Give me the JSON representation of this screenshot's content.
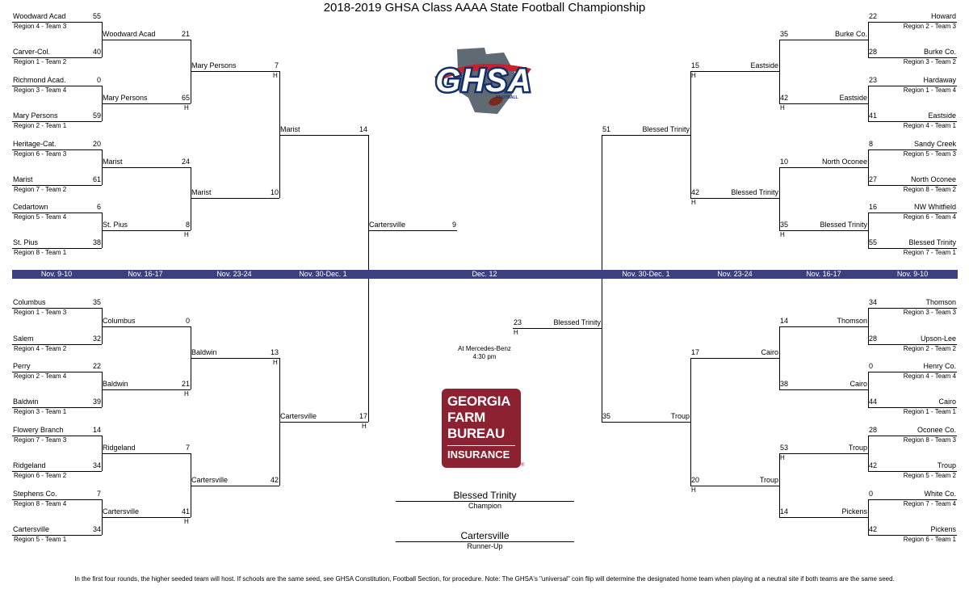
{
  "title": "2018-2019 GHSA Class AAAA State Football Championship",
  "dates": [
    "Nov. 9-10",
    "Nov. 16-17",
    "Nov. 23-24",
    "Nov. 30-Dec. 1",
    "Dec. 12",
    "Nov. 30-Dec. 1",
    "Nov. 23-24",
    "Nov. 16-17",
    "Nov. 9-10"
  ],
  "logo": {
    "main": "GHSA",
    "sub": "FOOTBALL"
  },
  "sponsor": {
    "lines": [
      "GEORGIA",
      "FARM",
      "BUREAU"
    ],
    "insurance": "INSURANCE",
    "mark": "®"
  },
  "site": {
    "line1": "At Mercedes-Benz",
    "line2": "4:30 pm"
  },
  "champion": {
    "name": "Blessed Trinity",
    "label": "Champion"
  },
  "runner_up": {
    "name": "Cartersville",
    "label": "Runner-Up"
  },
  "home_marker": "H",
  "footnote": "In the first four rounds, the higher seeded team will host.  If schools are the same seed, see GHSA Constitution, Football Section, for procedure.  Note: The GHSA's \"universal\" coin flip will determine the designated home team when playing at a neutral site if both teams are the same seed.",
  "slots": [
    {
      "name": "Woodward Acad",
      "score": "55",
      "seed": "Region 4 - Team 3"
    },
    {
      "name": "Carver-Col.",
      "score": "40",
      "seed": "Region 1 - Team 2"
    },
    {
      "name": "Richmond Acad.",
      "score": "0",
      "seed": "Region 3 - Team 4"
    },
    {
      "name": "Mary Persons",
      "score": "59",
      "seed": "Region 2 - Team 1"
    },
    {
      "name": "Heritage-Cat.",
      "score": "20",
      "seed": "Region 6 - Team 3"
    },
    {
      "name": "Marist",
      "score": "61",
      "seed": "Region 7 - Team 2"
    },
    {
      "name": "Cedartown",
      "score": "6",
      "seed": "Region 5 - Team 4"
    },
    {
      "name": "St. Pius",
      "score": "38",
      "seed": "Region 8 - Team 1"
    },
    {
      "name": "Columbus",
      "score": "35",
      "seed": "Region 1 - Team 3"
    },
    {
      "name": "Salem",
      "score": "32",
      "seed": "Region 4 - Team 2"
    },
    {
      "name": "Perry",
      "score": "22",
      "seed": "Region 2 - Team 4"
    },
    {
      "name": "Baldwin",
      "score": "39",
      "seed": "Region 3 - Team 1"
    },
    {
      "name": "Flowery Branch",
      "score": "14",
      "seed": "Region 7 - Team 3"
    },
    {
      "name": "Ridgeland",
      "score": "34",
      "seed": "Region 6 - Team 2"
    },
    {
      "name": "Stephens Co.",
      "score": "7",
      "seed": "Region 8 - Team 4"
    },
    {
      "name": "Cartersville",
      "score": "34",
      "seed": "Region 5 - Team 1"
    },
    {
      "name": "Woodward Acad",
      "score": "21"
    },
    {
      "name": "Mary Persons",
      "score": "65"
    },
    {
      "name": "Marist",
      "score": "24"
    },
    {
      "name": "St. Pius",
      "score": "8"
    },
    {
      "name": "Columbus",
      "score": "0"
    },
    {
      "name": "Baldwin",
      "score": "21"
    },
    {
      "name": "Ridgeland",
      "score": "7"
    },
    {
      "name": "Cartersville",
      "score": "41"
    },
    {
      "name": "Mary Persons",
      "score": "7"
    },
    {
      "name": "Marist",
      "score": "10"
    },
    {
      "name": "Baldwin",
      "score": "13"
    },
    {
      "name": "Cartersville",
      "score": "42"
    },
    {
      "name": "Marist",
      "score": "14"
    },
    {
      "name": "Cartersville",
      "score": "17"
    },
    {
      "name": "Cartersville",
      "score": "9"
    },
    {
      "name": "Howard",
      "score": "22",
      "seed": "Region 2 - Team 3"
    },
    {
      "name": "Burke Co.",
      "score": "28",
      "seed": "Region 3 - Team 2"
    },
    {
      "name": "Hardaway",
      "score": "23",
      "seed": "Region 1 - Team 4"
    },
    {
      "name": "Eastside",
      "score": "41",
      "seed": "Region 4 - Team 1"
    },
    {
      "name": "Sandy Creek",
      "score": "8",
      "seed": "Region 5 - Team 3"
    },
    {
      "name": "North Oconee",
      "score": "27",
      "seed": "Region 8 - Team 2"
    },
    {
      "name": "NW Whitfield",
      "score": "16",
      "seed": "Region 6 - Team 4"
    },
    {
      "name": "Blessed Trinity",
      "score": "55",
      "seed": "Region 7 - Team 1"
    },
    {
      "name": "Thomson",
      "score": "34",
      "seed": "Region 3 - Team 3"
    },
    {
      "name": "Upson-Lee",
      "score": "28",
      "seed": "Region 2 - Team 2"
    },
    {
      "name": "Henry Co.",
      "score": "0",
      "seed": "Region 4 - Team 4"
    },
    {
      "name": "Cairo",
      "score": "44",
      "seed": "Region 1 - Team 1"
    },
    {
      "name": "Oconee Co.",
      "score": "28",
      "seed": "Region 8 - Team 3"
    },
    {
      "name": "Troup",
      "score": "42",
      "seed": "Region 5 - Team 2"
    },
    {
      "name": "White Co.",
      "score": "0",
      "seed": "Region 7 - Team 4"
    },
    {
      "name": "Pickens",
      "score": "42",
      "seed": "Region 6 - Team 1"
    },
    {
      "name": "Burke Co.",
      "score": "35"
    },
    {
      "name": "Eastside",
      "score": "42"
    },
    {
      "name": "North Oconee",
      "score": "10"
    },
    {
      "name": "Blessed Trinity",
      "score": "35"
    },
    {
      "name": "Thomson",
      "score": "14"
    },
    {
      "name": "Cairo",
      "score": "38"
    },
    {
      "name": "Troup",
      "score": "53"
    },
    {
      "name": "Pickens",
      "score": "14"
    },
    {
      "name": "Eastside",
      "score": "15"
    },
    {
      "name": "Blessed Trinity",
      "score": "42"
    },
    {
      "name": "Cairo",
      "score": "17"
    },
    {
      "name": "Troup",
      "score": "20"
    },
    {
      "name": "Blessed Trinity",
      "score": "51"
    },
    {
      "name": "Troup",
      "score": "35"
    },
    {
      "name": "Blessed Trinity",
      "score": "23"
    }
  ]
}
